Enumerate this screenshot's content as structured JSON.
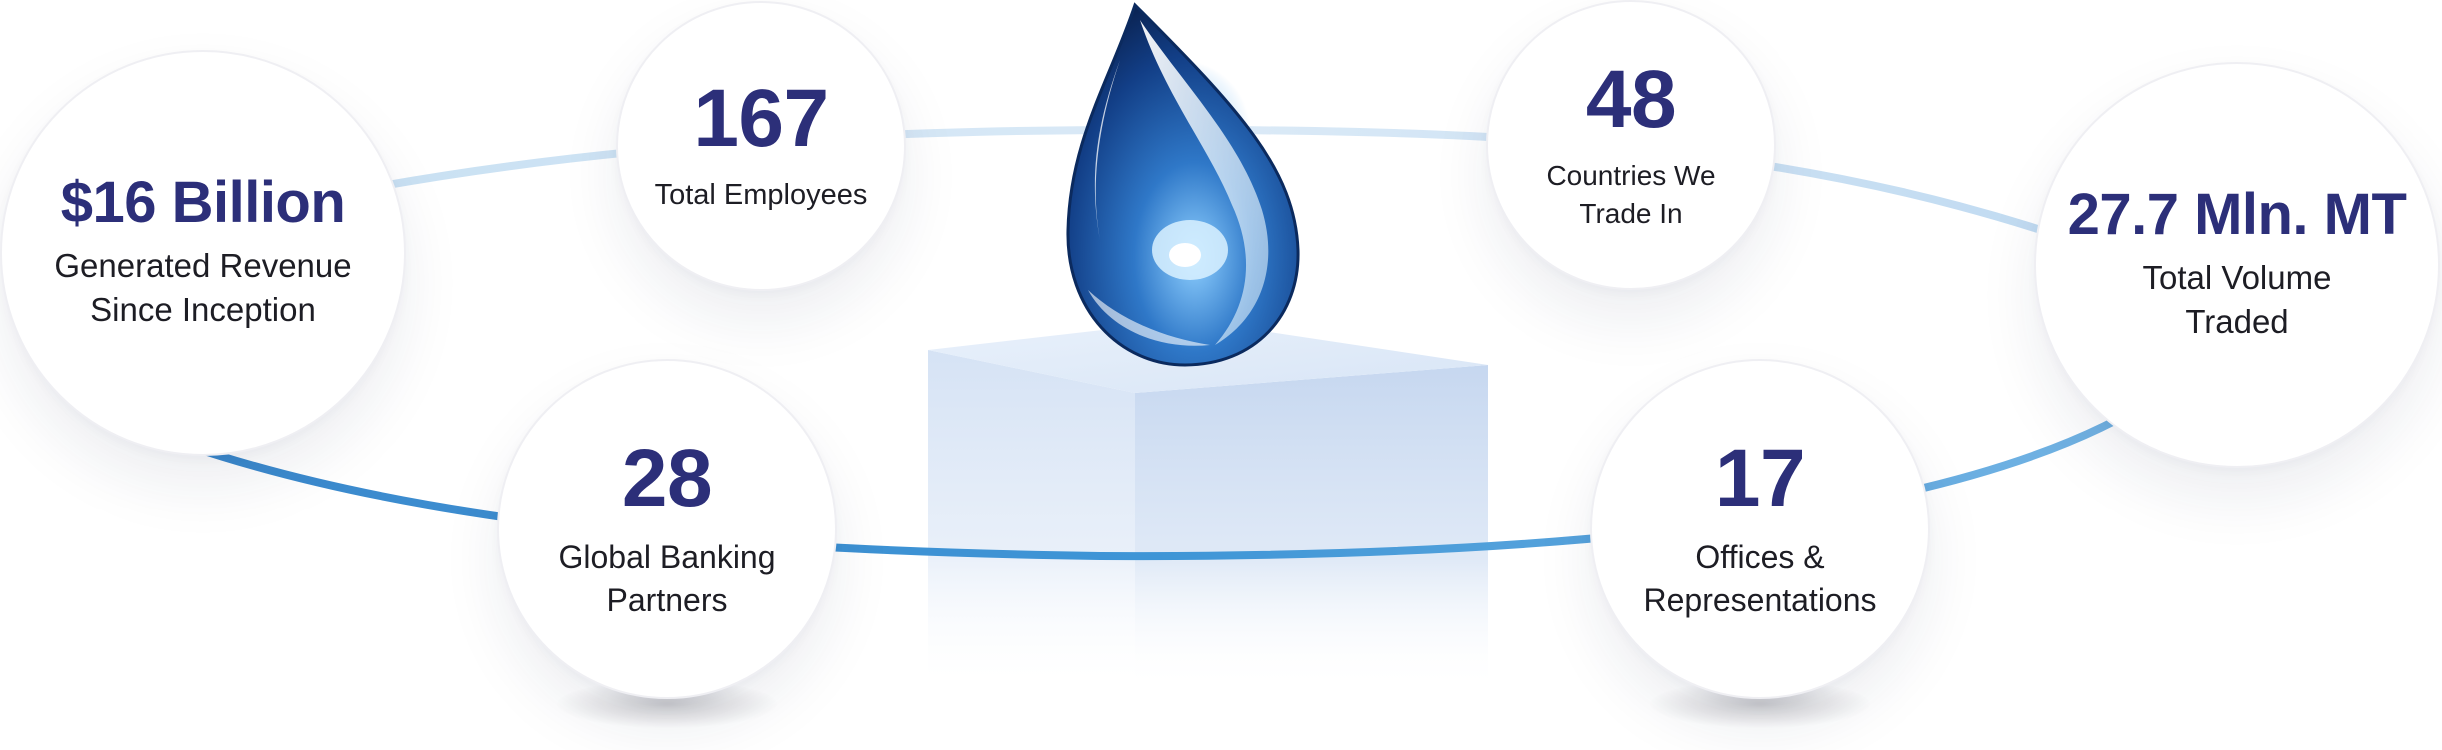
{
  "stats": {
    "revenue": {
      "value": "$16 Billion",
      "label": "Generated Revenue Since Inception"
    },
    "employees": {
      "value": "167",
      "label": "Total Employees"
    },
    "banking": {
      "value": "28",
      "label": "Global Banking Partners"
    },
    "countries": {
      "value": "48",
      "label": "Countries We Trade In"
    },
    "offices": {
      "value": "17",
      "label": "Offices & Representations"
    },
    "volume": {
      "value": "27.7 Mln. MT",
      "label": "Total Volume Traded"
    }
  },
  "colors": {
    "value_text": "#2c2f79",
    "label_text": "#1d1d24",
    "orbit_front": "#3a8fd0",
    "orbit_back": "#c6dff2",
    "drop_dark": "#0e2f6c",
    "drop_light": "#6fb6ef",
    "pedestal": "#d6e3f5"
  },
  "icons": {
    "centerpiece": "oil-drop-icon",
    "base": "glass-pedestal"
  }
}
